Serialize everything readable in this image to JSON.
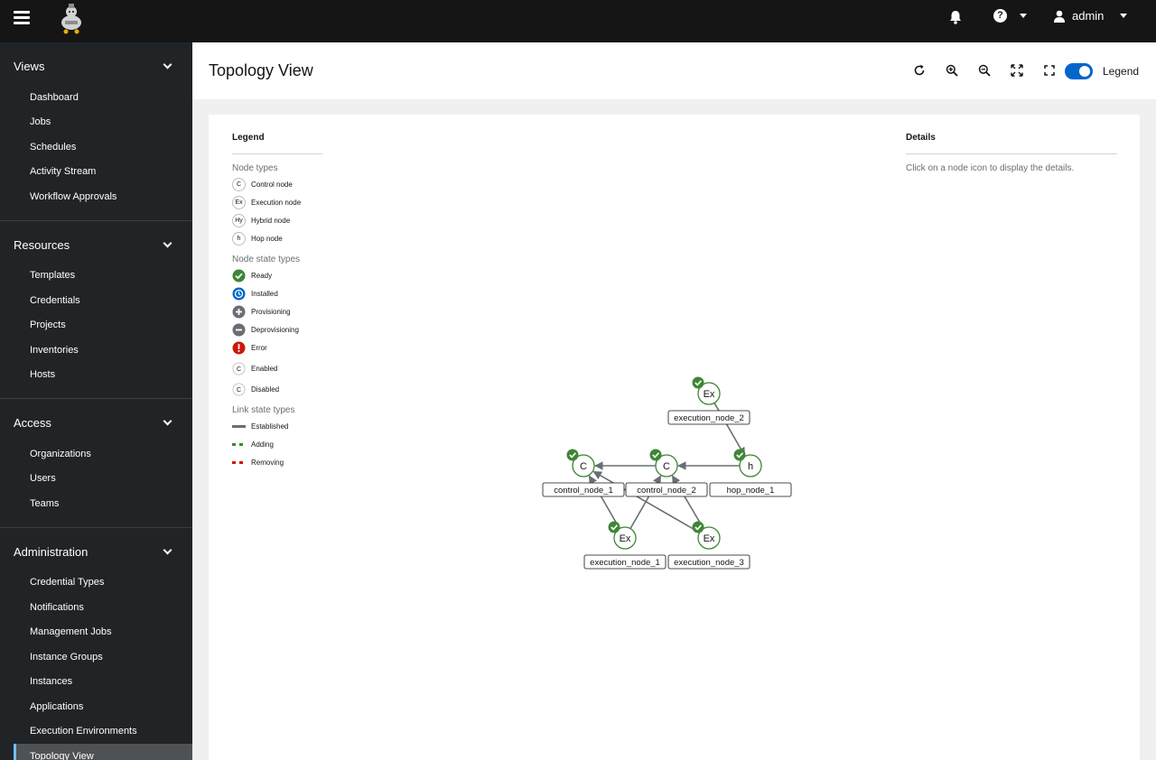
{
  "header": {
    "user": "admin"
  },
  "sidebar": {
    "groups": [
      {
        "title": "Views",
        "items": [
          "Dashboard",
          "Jobs",
          "Schedules",
          "Activity Stream",
          "Workflow Approvals"
        ]
      },
      {
        "title": "Resources",
        "items": [
          "Templates",
          "Credentials",
          "Projects",
          "Inventories",
          "Hosts"
        ]
      },
      {
        "title": "Access",
        "items": [
          "Organizations",
          "Users",
          "Teams"
        ]
      },
      {
        "title": "Administration",
        "items": [
          "Credential Types",
          "Notifications",
          "Management Jobs",
          "Instance Groups",
          "Instances",
          "Applications",
          "Execution Environments",
          "Topology View"
        ]
      }
    ],
    "active": "Topology View"
  },
  "page": {
    "title": "Topology View",
    "legend_toggle_label": "Legend",
    "legend_toggle_on": true
  },
  "legend": {
    "title": "Legend",
    "node_types_title": "Node types",
    "node_types": [
      {
        "badge": "C",
        "label": "Control node"
      },
      {
        "badge": "Ex",
        "label": "Execution node"
      },
      {
        "badge": "Hy",
        "label": "Hybrid node"
      },
      {
        "badge": "h",
        "label": "Hop node"
      }
    ],
    "node_states_title": "Node state types",
    "node_states": [
      {
        "icon": "check-circle-icon",
        "label": "Ready",
        "color": "#3e8635"
      },
      {
        "icon": "clock-circle-icon",
        "label": "Installed",
        "color": "#0066cc"
      },
      {
        "icon": "plus-circle-icon",
        "label": "Provisioning",
        "color": "#6a6e73"
      },
      {
        "icon": "minus-circle-icon",
        "label": "Deprovisioning",
        "color": "#6a6e73"
      },
      {
        "icon": "exclamation-circle-icon",
        "label": "Error",
        "color": "#c9190b"
      },
      {
        "icon": "enabled-node-icon",
        "label": "Enabled"
      },
      {
        "icon": "disabled-node-icon",
        "label": "Disabled"
      }
    ],
    "link_states_title": "Link state types",
    "link_states": [
      {
        "label": "Established",
        "color": "#6a6e73",
        "style": "solid"
      },
      {
        "label": "Adding",
        "color": "#3e8635",
        "style": "dashed"
      },
      {
        "label": "Removing",
        "color": "#c9190b",
        "style": "dashed"
      }
    ]
  },
  "details": {
    "title": "Details",
    "message": "Click on a node icon to display the details."
  },
  "topology": {
    "nodes": [
      {
        "id": "execution_node_2",
        "badge": "Ex",
        "label": "execution_node_2",
        "state": "ready"
      },
      {
        "id": "control_node_1",
        "badge": "C",
        "label": "control_node_1",
        "state": "ready"
      },
      {
        "id": "control_node_2",
        "badge": "C",
        "label": "control_node_2",
        "state": "ready"
      },
      {
        "id": "hop_node_1",
        "badge": "h",
        "label": "hop_node_1",
        "state": "ready"
      },
      {
        "id": "execution_node_1",
        "badge": "Ex",
        "label": "execution_node_1",
        "state": "ready"
      },
      {
        "id": "execution_node_3",
        "badge": "Ex",
        "label": "execution_node_3",
        "state": "ready"
      }
    ],
    "links": [
      {
        "source": "execution_node_2",
        "target": "hop_node_1"
      },
      {
        "source": "hop_node_1",
        "target": "control_node_2"
      },
      {
        "source": "control_node_2",
        "target": "control_node_1"
      },
      {
        "source": "execution_node_1",
        "target": "control_node_1"
      },
      {
        "source": "execution_node_1",
        "target": "control_node_2"
      },
      {
        "source": "execution_node_3",
        "target": "control_node_1"
      },
      {
        "source": "execution_node_3",
        "target": "control_node_2"
      }
    ],
    "colors": {
      "ready": "#3e8635",
      "link": "#6a6e73"
    }
  }
}
